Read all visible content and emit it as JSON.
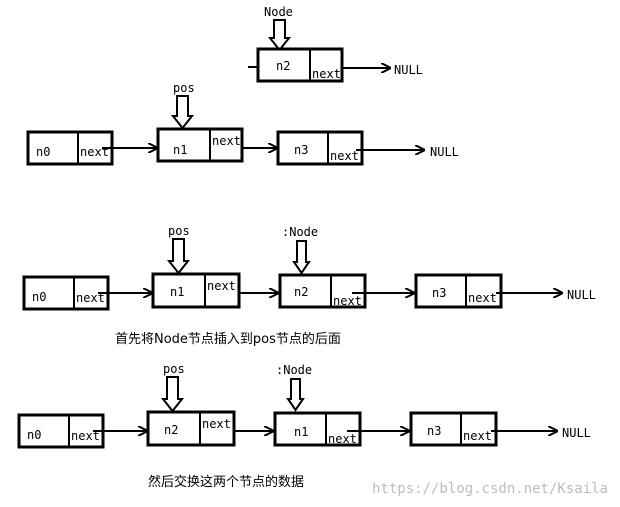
{
  "labels": {
    "node": "Node",
    "node_colon": ":Node",
    "pos": "pos",
    "next": "next",
    "null": "NULL"
  },
  "diagram1": {
    "new_node": "n2",
    "list": [
      "n0",
      "n1",
      "n3"
    ]
  },
  "diagram2": {
    "list": [
      "n0",
      "n1",
      "n2",
      "n3"
    ],
    "caption": "首先将Node节点插入到pos节点的后面"
  },
  "diagram3": {
    "list": [
      "n0",
      "n2",
      "n1",
      "n3"
    ],
    "caption": "然后交换这两个节点的数据"
  },
  "watermark": "https://blog.csdn.net/Ksaila"
}
